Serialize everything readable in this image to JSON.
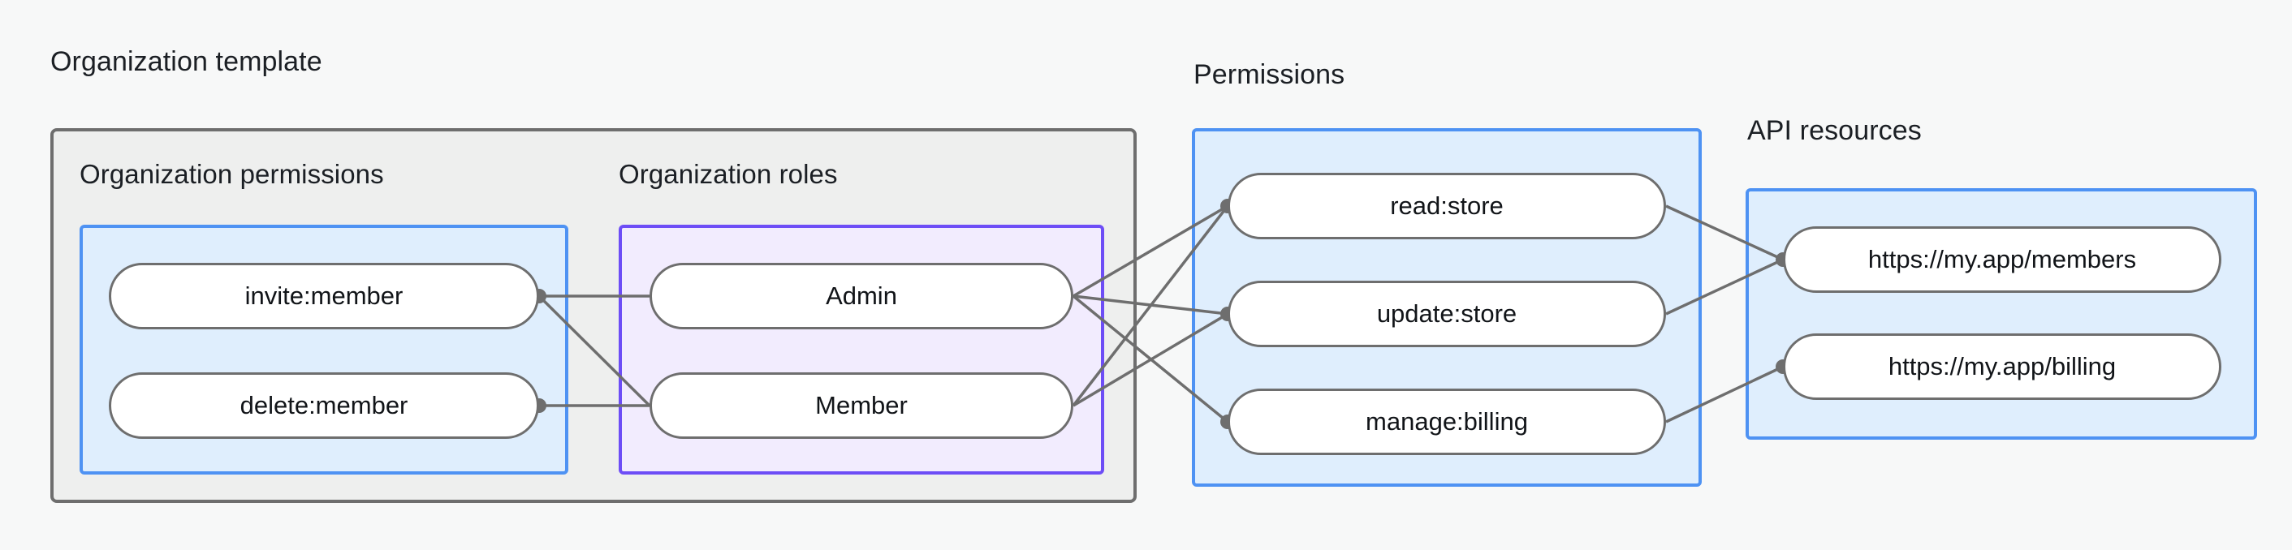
{
  "diagram": {
    "type": "graph",
    "title_org_template": "Organization template",
    "title_permissions": "Permissions",
    "title_api_resources": "API resources",
    "subtitle_org_permissions": "Organization permissions",
    "subtitle_org_roles": "Organization roles",
    "colors": {
      "page_background": "#f7f8f8",
      "group_gray_border": "#6e6e6e",
      "group_gray_fill": "#eeefee",
      "group_blue_border": "#4e92f3",
      "group_blue_fill": "#dfeefd",
      "group_purple_border": "#6d4df6",
      "group_purple_fill": "#f2ecfe",
      "node_border": "#6e6e6e",
      "node_fill": "#ffffff",
      "edge": "#6e6e6e",
      "text": "#1b1f24"
    },
    "nodes": {
      "org_permissions": [
        {
          "id": "invite-member",
          "label": "invite:member"
        },
        {
          "id": "delete-member",
          "label": "delete:member"
        }
      ],
      "org_roles": [
        {
          "id": "admin",
          "label": "Admin"
        },
        {
          "id": "member",
          "label": "Member"
        }
      ],
      "permissions": [
        {
          "id": "read-store",
          "label": "read:store"
        },
        {
          "id": "update-store",
          "label": "update:store"
        },
        {
          "id": "manage-billing",
          "label": "manage:billing"
        }
      ],
      "api_resources": [
        {
          "id": "res-members",
          "label": "https://my.app/members"
        },
        {
          "id": "res-billing",
          "label": "https://my.app/billing"
        }
      ]
    },
    "edges": [
      {
        "from": "invite-member",
        "to": "admin"
      },
      {
        "from": "invite-member",
        "to": "member"
      },
      {
        "from": "delete-member",
        "to": "member"
      },
      {
        "from": "admin",
        "to": "read-store"
      },
      {
        "from": "admin",
        "to": "update-store"
      },
      {
        "from": "admin",
        "to": "manage-billing"
      },
      {
        "from": "member",
        "to": "read-store"
      },
      {
        "from": "member",
        "to": "update-store"
      },
      {
        "from": "read-store",
        "to": "res-members"
      },
      {
        "from": "update-store",
        "to": "res-members"
      },
      {
        "from": "manage-billing",
        "to": "res-billing"
      }
    ]
  }
}
